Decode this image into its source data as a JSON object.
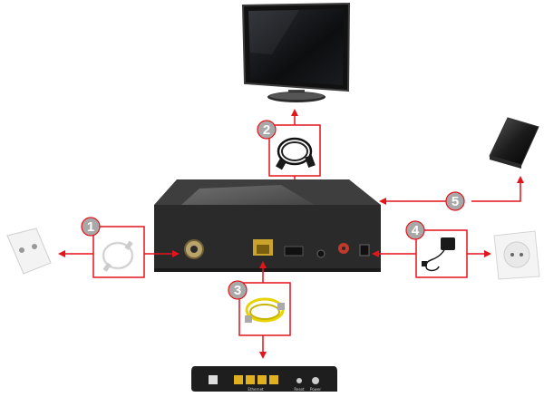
{
  "steps": [
    {
      "number": "1"
    },
    {
      "number": "2"
    },
    {
      "number": "3"
    },
    {
      "number": "4"
    },
    {
      "number": "5"
    }
  ],
  "devices": {
    "tv": "television-icon",
    "wall_antenna_socket": "antenna-wall-socket-icon",
    "set_top_box": "set-top-box-icon",
    "hard_drive": "external-hard-drive-icon",
    "power_outlet": "power-outlet-icon",
    "router": "router-icon"
  },
  "router_labels": {
    "ethernet": "Ethernet",
    "reset": "Reset",
    "power": "Power"
  },
  "colors": {
    "arrow": "#e4141b",
    "highlight_box": "#e4141b",
    "badge": "#a8a8a8",
    "ethernet_cable": "#e8d300",
    "box_body": "#2a2a2a"
  }
}
